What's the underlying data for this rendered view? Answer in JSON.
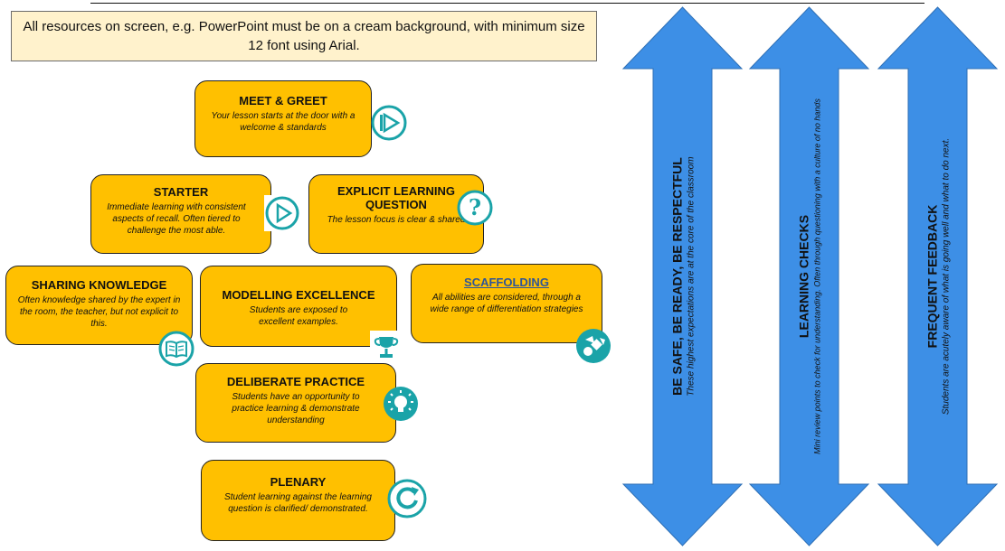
{
  "notice": {
    "text": "All resources on screen, e.g. PowerPoint must be on a cream background, with minimum size 12 font using Arial."
  },
  "boxes": {
    "meet_greet": {
      "title": "MEET & GREET",
      "desc": "Your lesson starts at the door with a welcome & standards"
    },
    "starter": {
      "title": "STARTER",
      "desc": "Immediate learning with consistent aspects of recall.  Often tiered to challenge the most able."
    },
    "explicit_question": {
      "title": "EXPLICIT LEARNING QUESTION",
      "desc": "The lesson focus is clear & shared"
    },
    "sharing_knowledge": {
      "title": "SHARING KNOWLEDGE",
      "desc": "Often knowledge shared by the expert in the room, the teacher, but not explicit to this."
    },
    "modelling_excellence": {
      "title": "MODELLING EXCELLENCE",
      "desc": "Students are exposed to excellent examples."
    },
    "scaffolding": {
      "title": "SCAFFOLDING",
      "desc": "All abilities are considered, through a wide range of differentiation strategies"
    },
    "deliberate_practice": {
      "title": "DELIBERATE PRACTICE",
      "desc": "Students have an opportunity to practice learning & demonstrate understanding"
    },
    "plenary": {
      "title": "PLENARY",
      "desc": "Student learning against the learning question is clarified/ demonstrated."
    }
  },
  "arrows": {
    "be_safe": {
      "title": "BE SAFE, BE READY, BE RESPECTFUL",
      "desc": "These highest expectations are at the core of the classroom"
    },
    "learning_checks": {
      "title": "LEARNING CHECKS",
      "desc": "Mini review points to check for understanding.  Often through questioning with a culture of no hands"
    },
    "frequent_feedback": {
      "title": "FREQUENT FEEDBACK",
      "desc": "Students are acutely aware of what is going well and what to do next."
    }
  },
  "colors": {
    "box_fill": "#ffc000",
    "notice_fill": "#fff2cc",
    "arrow_fill": "#3d8fe6",
    "icon_teal": "#1aa3a8",
    "link": "#2f5597"
  },
  "icons": {
    "meet_greet": "play-forward-icon",
    "starter": "play-icon",
    "explicit_question": "question-icon",
    "sharing_knowledge": "book-icon",
    "modelling_excellence": "trophy-icon",
    "scaffolding": "shapes-icon",
    "deliberate_practice": "lightbulb-icon",
    "plenary": "refresh-icon"
  }
}
